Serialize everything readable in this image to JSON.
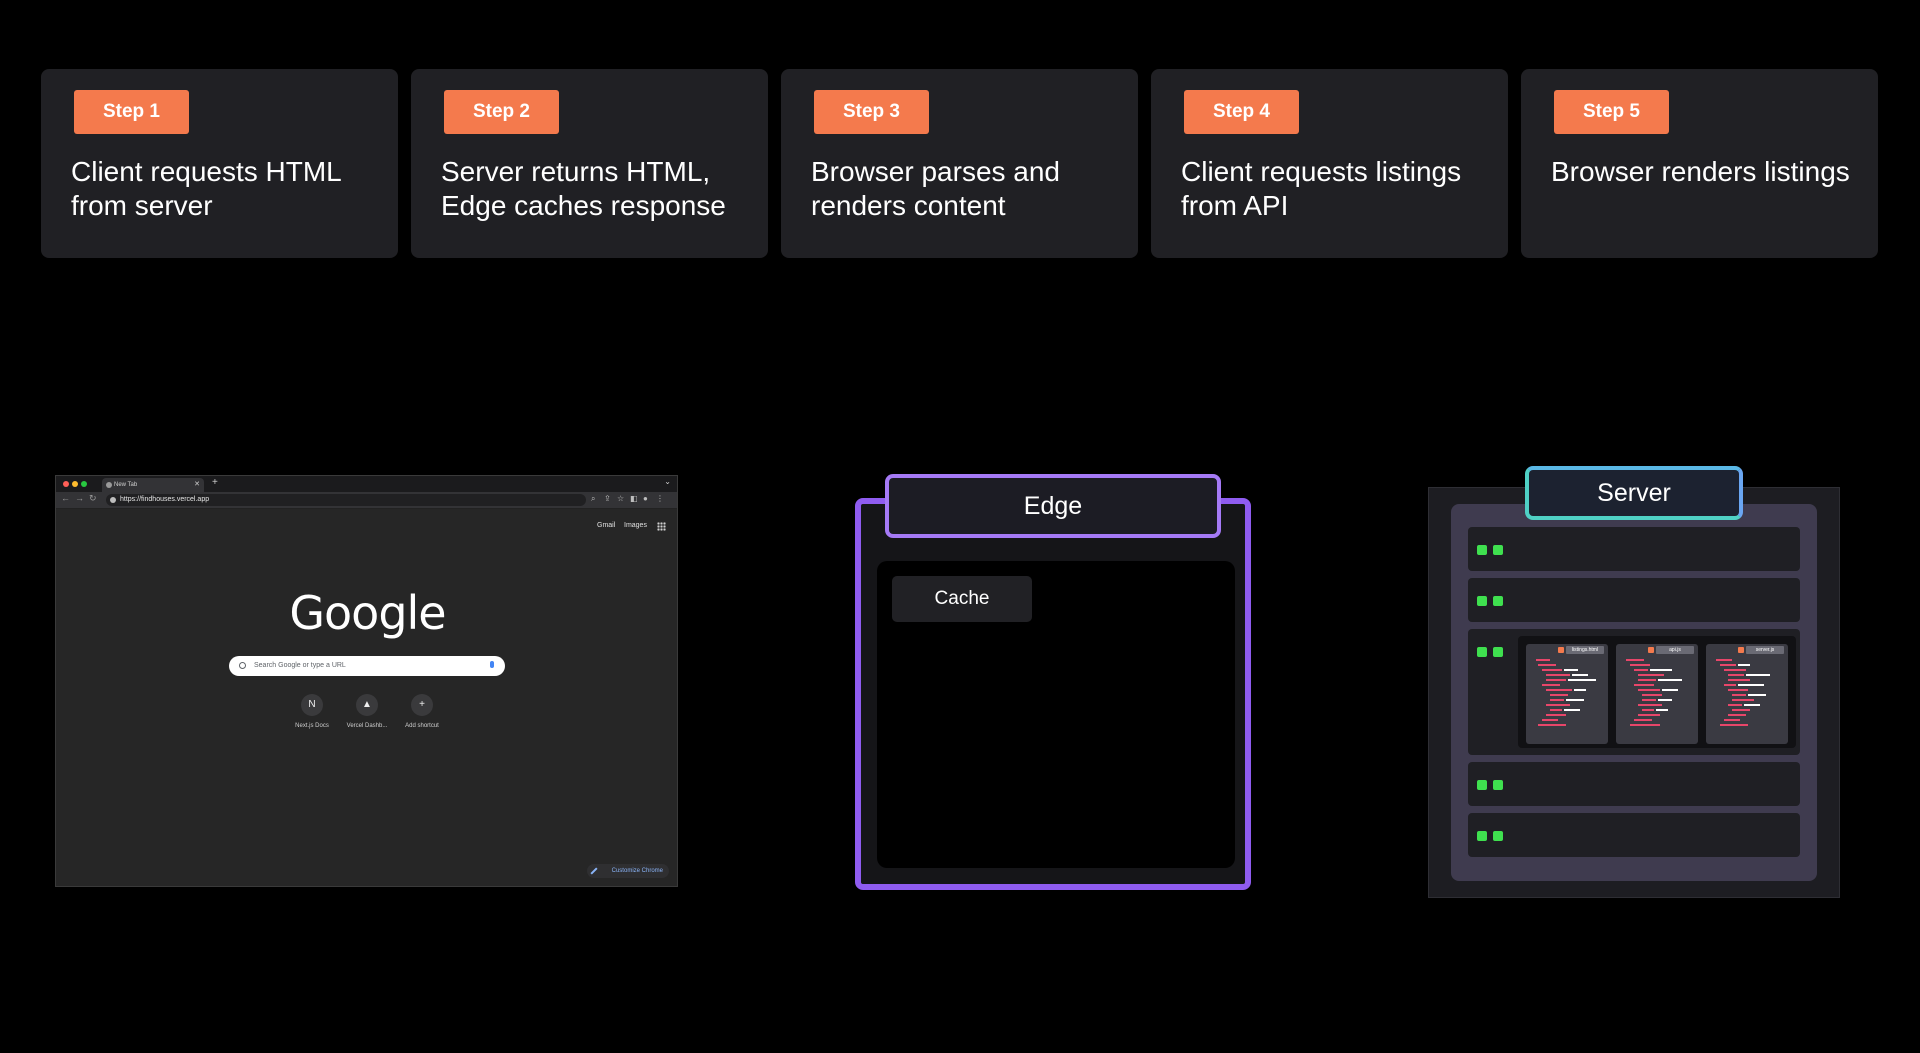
{
  "steps": [
    {
      "badge": "Step 1",
      "text": "Client requests HTML from server"
    },
    {
      "badge": "Step 2",
      "text": "Server returns HTML, Edge caches response"
    },
    {
      "badge": "Step 3",
      "text": "Browser parses and renders content"
    },
    {
      "badge": "Step 4",
      "text": "Client requests listings from API"
    },
    {
      "badge": "Step 5",
      "text": "Browser renders listings"
    }
  ],
  "browser": {
    "tab_title": "New Tab",
    "url": "https://findhouses.vercel.app",
    "links": {
      "gmail": "Gmail",
      "images": "Images"
    },
    "logo": "Google",
    "search_placeholder": "Search Google or type a URL",
    "shortcuts": [
      {
        "glyph": "N",
        "label": "Next.js Docs"
      },
      {
        "glyph": "▲",
        "label": "Vercel Dashb..."
      },
      {
        "glyph": "+",
        "label": "Add shortcut"
      }
    ],
    "customize_label": "Customize Chrome"
  },
  "edge": {
    "title": "Edge",
    "cache_label": "Cache"
  },
  "server": {
    "title": "Server",
    "code_cards": [
      "listings.html",
      "api.js",
      "server.js"
    ]
  },
  "colors": {
    "background": "#000000",
    "card": "#202024",
    "badge": "#f47a4d",
    "edge_border": "#8f5cf0",
    "server_border": "#4fd1c5",
    "led": "#3fe04f"
  }
}
